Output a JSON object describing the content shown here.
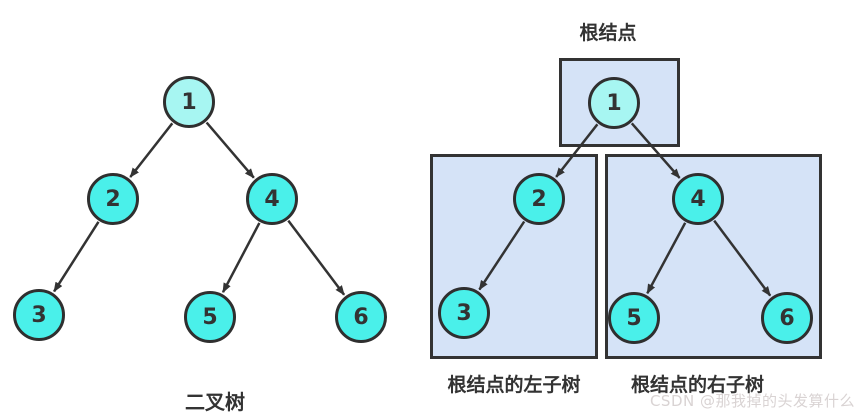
{
  "left_diagram": {
    "caption": "二叉树",
    "nodes": [
      {
        "id": "1",
        "label": "1",
        "role": "root"
      },
      {
        "id": "2",
        "label": "2",
        "role": "left-child"
      },
      {
        "id": "4",
        "label": "4",
        "role": "right-child"
      },
      {
        "id": "3",
        "label": "3",
        "role": "leaf"
      },
      {
        "id": "5",
        "label": "5",
        "role": "leaf"
      },
      {
        "id": "6",
        "label": "6",
        "role": "leaf"
      }
    ],
    "edges": [
      {
        "from": "1",
        "to": "2"
      },
      {
        "from": "1",
        "to": "4"
      },
      {
        "from": "2",
        "to": "3"
      },
      {
        "from": "4",
        "to": "5"
      },
      {
        "from": "4",
        "to": "6"
      }
    ]
  },
  "right_diagram": {
    "root_label": "根结点",
    "left_subtree_label": "根结点的左子树",
    "right_subtree_label": "根结点的右子树",
    "nodes": [
      {
        "id": "1",
        "label": "1",
        "role": "root",
        "region": "root-box"
      },
      {
        "id": "2",
        "label": "2",
        "role": "left-child",
        "region": "left-subtree-box"
      },
      {
        "id": "4",
        "label": "4",
        "role": "right-child",
        "region": "right-subtree-box"
      },
      {
        "id": "3",
        "label": "3",
        "role": "leaf",
        "region": "left-subtree-box"
      },
      {
        "id": "5",
        "label": "5",
        "role": "leaf",
        "region": "right-subtree-box"
      },
      {
        "id": "6",
        "label": "6",
        "role": "leaf",
        "region": "right-subtree-box"
      }
    ],
    "edges": [
      {
        "from": "1",
        "to": "2"
      },
      {
        "from": "1",
        "to": "4"
      },
      {
        "from": "2",
        "to": "3"
      },
      {
        "from": "4",
        "to": "5"
      },
      {
        "from": "4",
        "to": "6"
      }
    ]
  },
  "watermark": "CSDN @那我掉的头发算什么",
  "colors": {
    "root_node_fill": "#a7f6f2",
    "node_fill": "#4af0ea",
    "node_border": "#2f2f2f",
    "box_fill": "#d5e3f7",
    "box_border": "#333333",
    "arrow": "#333333",
    "caption_text": "#333333",
    "watermark_text": "#d9d3d3",
    "background": "#ffffff"
  }
}
